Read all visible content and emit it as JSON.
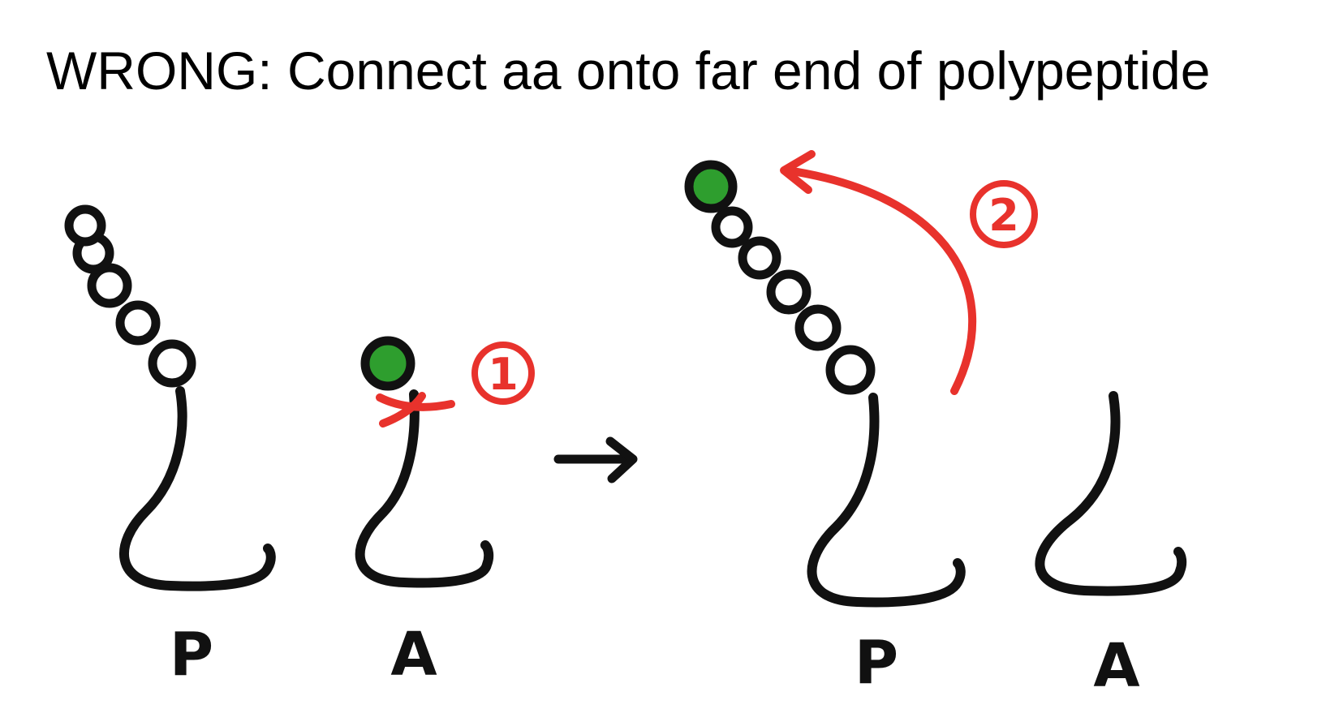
{
  "slide": {
    "title": "WRONG: Connect aa onto far end of polypeptide"
  },
  "diagram": {
    "before": {
      "sites": [
        {
          "label": "P"
        },
        {
          "label": "A"
        }
      ],
      "step_marker": "1"
    },
    "after": {
      "sites": [
        {
          "label": "P"
        },
        {
          "label": "A"
        }
      ],
      "step_marker": "2"
    },
    "transition_icon": "right-arrow-icon"
  },
  "colors": {
    "ink": "#111111",
    "annotation_red": "#e8322c",
    "amino_acid_green": "#2e9e2e",
    "background": "#ffffff"
  }
}
